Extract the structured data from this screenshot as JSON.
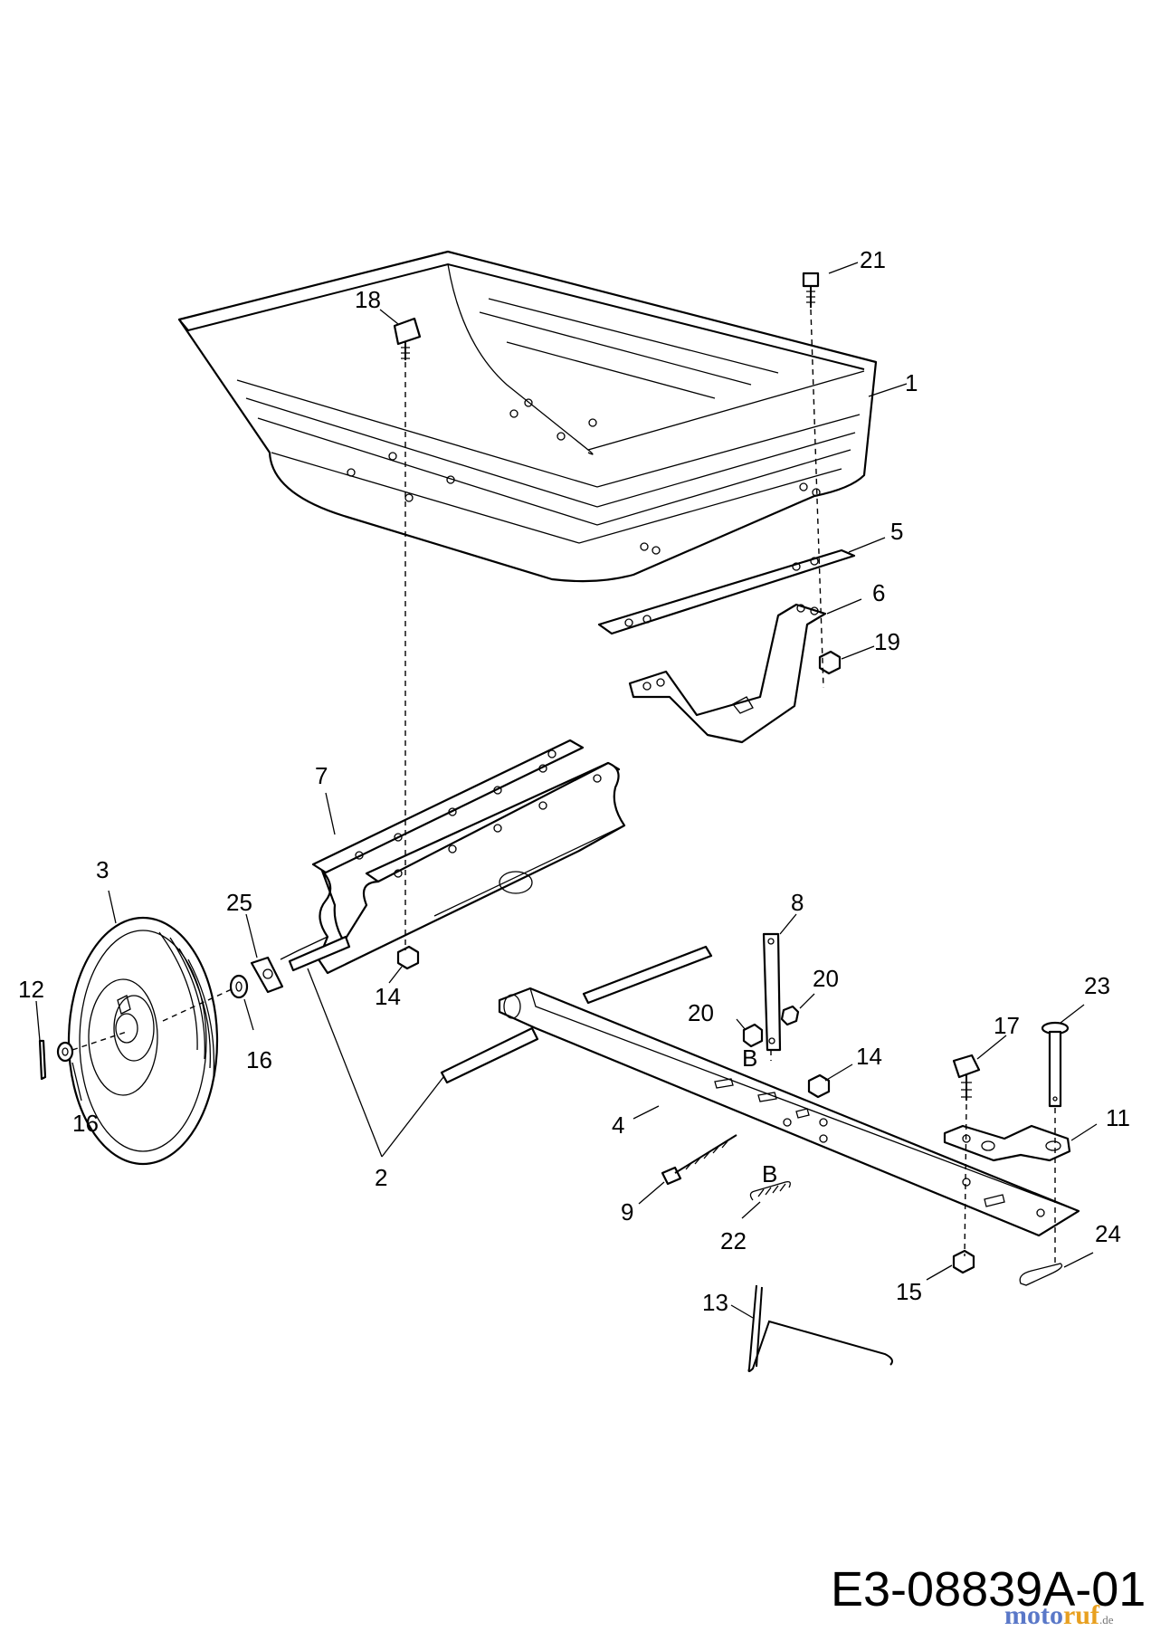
{
  "diagram_code": "E3-08839A-01",
  "watermark": {
    "brand": "moto",
    "brand_accent": "ruf",
    "domain": ".de",
    "colors": {
      "brand": "#5a78c8",
      "accent": "#e8a020"
    }
  },
  "callouts": [
    {
      "id": "c1",
      "text": "1"
    },
    {
      "id": "c2",
      "text": "2"
    },
    {
      "id": "c3",
      "text": "3"
    },
    {
      "id": "c4",
      "text": "4"
    },
    {
      "id": "c5",
      "text": "5"
    },
    {
      "id": "c6",
      "text": "6"
    },
    {
      "id": "c7",
      "text": "7"
    },
    {
      "id": "c8",
      "text": "8"
    },
    {
      "id": "c9",
      "text": "9"
    },
    {
      "id": "c11",
      "text": "11"
    },
    {
      "id": "c12",
      "text": "12"
    },
    {
      "id": "c13",
      "text": "13"
    },
    {
      "id": "c14a",
      "text": "14"
    },
    {
      "id": "c14b",
      "text": "14"
    },
    {
      "id": "c15",
      "text": "15"
    },
    {
      "id": "c16a",
      "text": "16"
    },
    {
      "id": "c16b",
      "text": "16"
    },
    {
      "id": "c17",
      "text": "17"
    },
    {
      "id": "c18",
      "text": "18"
    },
    {
      "id": "c19",
      "text": "19"
    },
    {
      "id": "c20a",
      "text": "20"
    },
    {
      "id": "c20b",
      "text": "20"
    },
    {
      "id": "c21",
      "text": "21"
    },
    {
      "id": "c22",
      "text": "22"
    },
    {
      "id": "c23",
      "text": "23"
    },
    {
      "id": "c24",
      "text": "24"
    },
    {
      "id": "c25",
      "text": "25"
    },
    {
      "id": "cBa",
      "text": "B"
    },
    {
      "id": "cBb",
      "text": "B"
    }
  ]
}
